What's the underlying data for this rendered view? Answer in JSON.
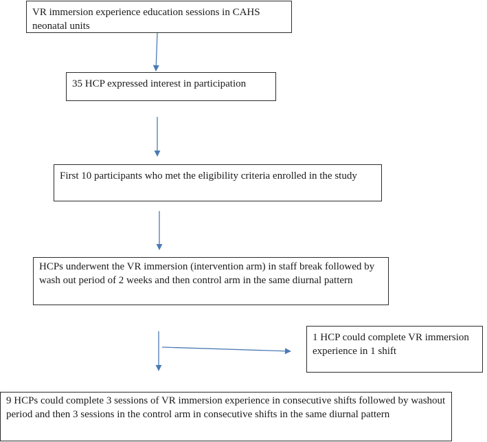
{
  "flowchart": {
    "step1": "VR immersion experience education sessions in CAHS neonatal units",
    "step2": "35 HCP expressed interest in participation",
    "step3": "First 10 participants who met the eligibility criteria enrolled in the study",
    "step4": "HCPs underwent the VR immersion (intervention arm) in staff break followed by wash out period of 2 weeks and then control arm in the same diurnal pattern",
    "step5_side": "1 HCP could complete VR immersion experience in 1 shift",
    "step6": "9 HCPs could complete 3 sessions of VR immersion experience in consecutive shifts followed by washout period and then 3 sessions in the control arm in consecutive shifts in the same diurnal pattern"
  },
  "colors": {
    "arrow": "#4a7ab5",
    "border": "#2b2b2b"
  }
}
